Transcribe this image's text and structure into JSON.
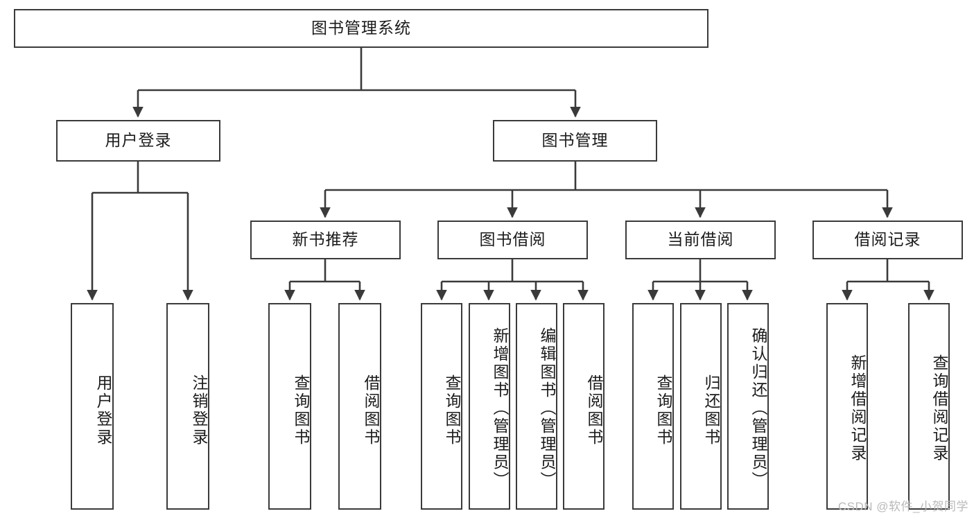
{
  "diagram": {
    "title": "图书管理系统",
    "watermark": "CSDN @软件_小贺同学",
    "type": "tree",
    "colors": {
      "box_border": "#3a3a3a",
      "box_fill": "#ffffff",
      "line": "#3a3a3a",
      "text": "#1b1b1b",
      "watermark": "#b9b9b9",
      "background": "#ffffff"
    },
    "root": {
      "label": "图书管理系统",
      "orientation": "horizontal"
    },
    "level2": [
      {
        "label": "用户登录",
        "orientation": "horizontal"
      },
      {
        "label": "图书管理",
        "orientation": "horizontal"
      }
    ],
    "level3": [
      {
        "label": "新书推荐",
        "orientation": "horizontal",
        "parent": "图书管理"
      },
      {
        "label": "图书借阅",
        "orientation": "horizontal",
        "parent": "图书管理"
      },
      {
        "label": "当前借阅",
        "orientation": "horizontal",
        "parent": "图书管理"
      },
      {
        "label": "借阅记录",
        "orientation": "horizontal",
        "parent": "图书管理"
      }
    ],
    "leaves": {
      "user_login": [
        {
          "label": "用户登录",
          "orientation": "vertical"
        },
        {
          "label": "注销登录",
          "orientation": "vertical"
        }
      ],
      "new_book_recommend": [
        {
          "label": "查询图书",
          "orientation": "vertical"
        },
        {
          "label": "借阅图书",
          "orientation": "vertical"
        }
      ],
      "book_borrow": [
        {
          "label": "查询图书",
          "orientation": "vertical"
        },
        {
          "label": "新增图书（管理员）",
          "orientation": "vertical"
        },
        {
          "label": "编辑图书（管理员）",
          "orientation": "vertical"
        },
        {
          "label": "借阅图书",
          "orientation": "vertical"
        }
      ],
      "current_borrow": [
        {
          "label": "查询图书",
          "orientation": "vertical"
        },
        {
          "label": "归还图书",
          "orientation": "vertical"
        },
        {
          "label": "确认归还（管理员）",
          "orientation": "vertical"
        }
      ],
      "borrow_record": [
        {
          "label": "新增借阅记录",
          "orientation": "vertical"
        },
        {
          "label": "查询借阅记录",
          "orientation": "vertical"
        }
      ]
    }
  }
}
